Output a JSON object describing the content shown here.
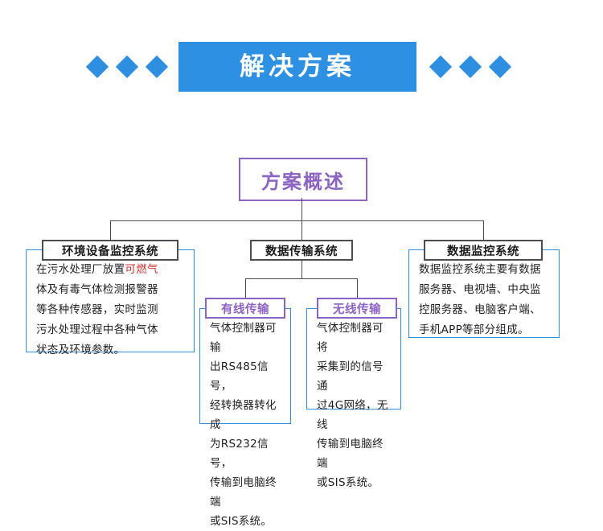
{
  "header": {
    "title": "解决方案",
    "diamond_count_left": 3,
    "diamond_count_right": 3,
    "banner_color": "#2e90e2",
    "diamond_color": "#2e8fe0"
  },
  "overview": {
    "label": "方案概述",
    "color": "#8c63c4"
  },
  "branches": [
    {
      "id": "environment-monitoring",
      "label": "环境设备监控系统",
      "label_color": "#1a1a1a",
      "body_prefix": "在污水处理厂放置",
      "body_highlight": "可燃气",
      "body_suffix_lines": [
        "体及有毒气体检测报警器",
        "等各种传感器，实时监测",
        "污水处理过程中各种气体",
        "状态及环境参数。"
      ],
      "highlight_color": "#d03030"
    },
    {
      "id": "data-transmission",
      "label": "数据传输系统",
      "children": [
        {
          "id": "wired-transmission",
          "label": "有线传输",
          "label_color": "#8c63c4",
          "lines": [
            "气体控制器可输",
            "出RS485信号，",
            "经转换器转化成",
            "为RS232信号，",
            "传输到电脑终端",
            "或SIS系统。"
          ]
        },
        {
          "id": "wireless-transmission",
          "label": "无线传输",
          "label_color": "#8c63c4",
          "lines": [
            "气体控制器可将",
            "采集到的信号通",
            "过4G网络，无线",
            "传输到电脑终端",
            "或SIS系统。"
          ]
        }
      ]
    },
    {
      "id": "data-monitoring",
      "label": "数据监控系统",
      "lines": [
        "数据监控系统主要有数据",
        "服务器、电视墙、中央监",
        "控服务器、电脑客户端、",
        "手机APP等部分组成。"
      ]
    }
  ]
}
